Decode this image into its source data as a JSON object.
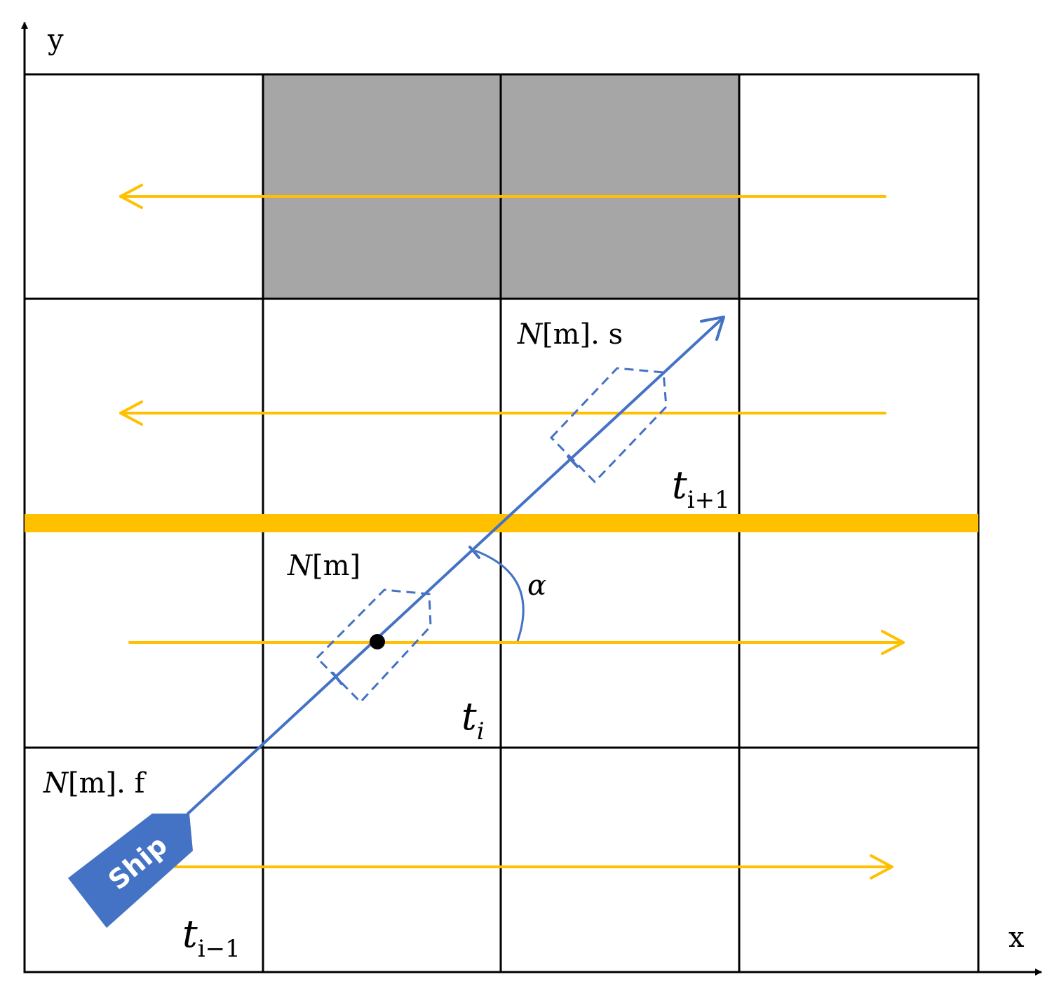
{
  "axes": {
    "x_label": "x",
    "y_label": "y"
  },
  "labels": {
    "ns_base": "N",
    "ns_bracket": "[m]. s",
    "nm_base": "N",
    "nm_bracket": "[m]",
    "nf_base": "N",
    "nf_bracket": "[m]. f",
    "alpha": "α",
    "t_prev": {
      "base": "t",
      "sub": "i−1"
    },
    "t_cur": {
      "base": "t",
      "sub": "i"
    },
    "t_next": {
      "base": "t",
      "sub": "i+1"
    }
  },
  "ship": {
    "label": "Ship"
  },
  "colors": {
    "grid": "#000000",
    "obstacle": "#a6a6a6",
    "current": "#ffc000",
    "route": "#4472c4",
    "ship_fill": "#4472c4",
    "ship_text": "#ffffff"
  }
}
